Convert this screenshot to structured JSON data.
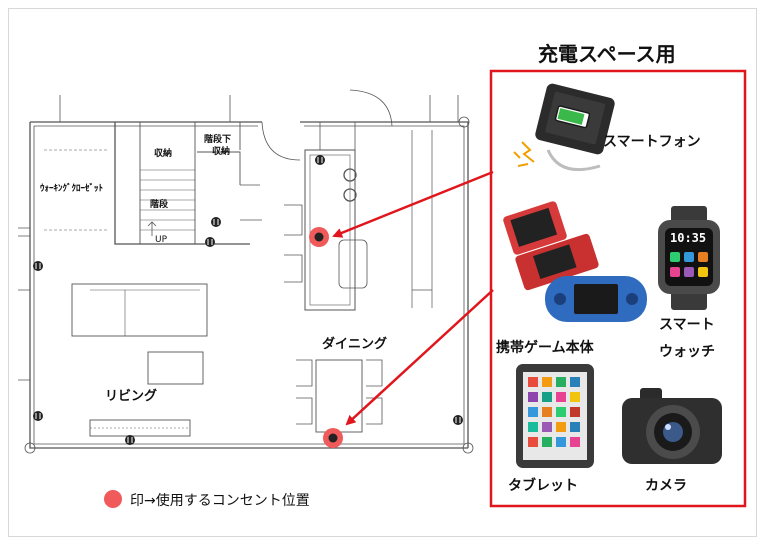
{
  "title": "充電スペース用",
  "rooms": {
    "walkin_closet": "ｳｫｰｷﾝｸﾞｸﾛｰｾﾞｯﾄ",
    "storage": "収納",
    "under_stairs_1": "階段下",
    "under_stairs_2": "収納",
    "stairs": "階段",
    "up": "UP",
    "dining": "ダイニング",
    "living": "リビング"
  },
  "devices": {
    "smartphone": "スマートフォン",
    "game_console": "携帯ゲーム本体",
    "smartwatch_1": "スマート",
    "smartwatch_2": "ウォッチ",
    "tablet": "タブレット",
    "camera": "カメラ"
  },
  "watch_time": "10:35",
  "legend": "印→使用するコンセント位置",
  "colors": {
    "accent": "#e0161c",
    "outlet_dot": "#f05a5a",
    "plan_line": "#555555"
  }
}
